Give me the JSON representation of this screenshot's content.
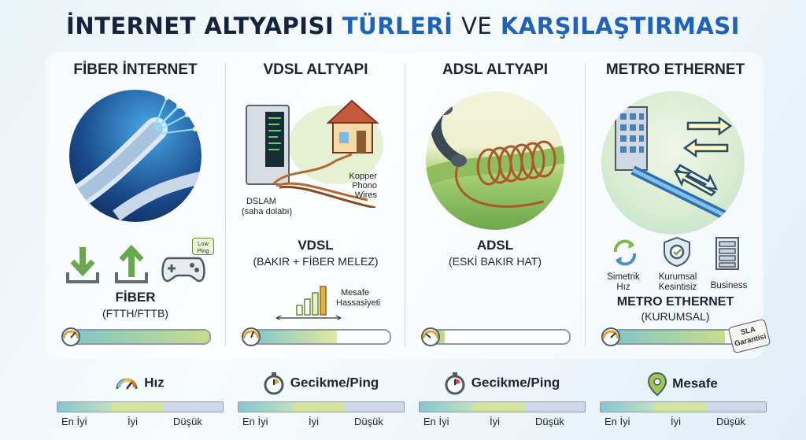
{
  "header": {
    "title_part1": "İNTERNET ALTYAPISI",
    "title_part2": "TÜRLERİ",
    "title_part3": "VE",
    "title_part4": "KARŞILAŞTIRMASI"
  },
  "columns": {
    "fiber": {
      "title": "FİBER İNTERNET",
      "icon_badge": "Low Ping",
      "label": "FİBER",
      "sublabel": "(FTTH/FTTB)",
      "meter_level": 1.0
    },
    "vdsl": {
      "title": "VDSL ALTYAPI",
      "dslam_label": "DSLAM",
      "dslam_sub": "(saha dolabı)",
      "copper_label_1": "Kopper",
      "copper_label_2": "Phono",
      "copper_label_3": "Wires",
      "label": "VDSL",
      "sublabel": "(BAKIR + FİBER MELEZ)",
      "distance_label_1": "Mesafe",
      "distance_label_2": "Hassasiyeti",
      "meter_level": 0.62
    },
    "adsl": {
      "title": "ADSL ALTYAPI",
      "label": "ADSL",
      "sublabel": "(ESKİ BAKIR HAT)",
      "meter_level": 0.1
    },
    "metro": {
      "title": "METRO ETHERNET",
      "feature_1_line1": "Simetrik",
      "feature_1_line2": "Hız",
      "feature_2_line1": "Kurumsal",
      "feature_2_line2": "Kesintisiz",
      "feature_3": "Business",
      "label": "METRO ETHERNET",
      "sublabel": "(KURUMSAL)",
      "badge_line1": "SLA",
      "badge_line2": "Garantisi",
      "meter_level": 0.92
    }
  },
  "legend": [
    {
      "title": "Hız",
      "icon": "speedometer-icon"
    },
    {
      "title": "Gecikme/Ping",
      "icon": "stopwatch-icon"
    },
    {
      "title": "Gecikme/Ping",
      "icon": "stopwatch-icon"
    },
    {
      "title": "Mesafe",
      "icon": "map-pin-icon"
    }
  ],
  "legend_scale": {
    "best": "En İyi",
    "good": "İyi",
    "low": "Düşük"
  },
  "colors": {
    "title_dark": "#14233b",
    "title_blue": "#1f63b8",
    "scale_best": "#7fc5c9",
    "scale_good": "#c9dc8c",
    "scale_low": "#c9d6e8"
  }
}
